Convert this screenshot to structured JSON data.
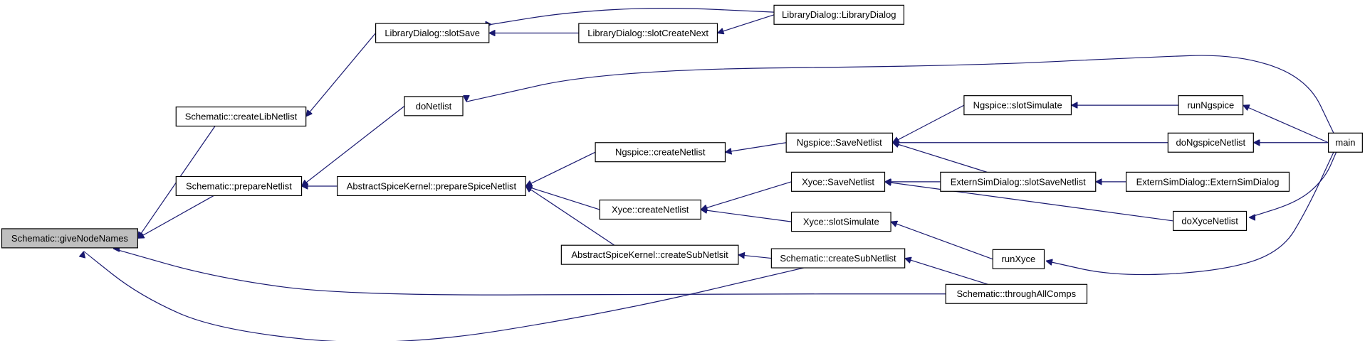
{
  "graph": {
    "nodes": [
      {
        "id": "giveNodeNames",
        "label": "Schematic::giveNodeNames",
        "focus": true
      },
      {
        "id": "createLibNetlist",
        "label": "Schematic::createLibNetlist"
      },
      {
        "id": "prepareNetlist",
        "label": "Schematic::prepareNetlist"
      },
      {
        "id": "libSlotSave",
        "label": "LibraryDialog::slotSave"
      },
      {
        "id": "doNetlist",
        "label": "doNetlist"
      },
      {
        "id": "prepareSpiceNetlist",
        "label": "AbstractSpiceKernel::prepareSpiceNetlist"
      },
      {
        "id": "libSlotCreateNext",
        "label": "LibraryDialog::slotCreateNext"
      },
      {
        "id": "ngCreateNetlist",
        "label": "Ngspice::createNetlist"
      },
      {
        "id": "xyceCreateNetlist",
        "label": "Xyce::createNetlist"
      },
      {
        "id": "createSubNetlsit",
        "label": "AbstractSpiceKernel::createSubNetlsit"
      },
      {
        "id": "libDialog",
        "label": "LibraryDialog::LibraryDialog"
      },
      {
        "id": "ngSaveNetlist",
        "label": "Ngspice::SaveNetlist"
      },
      {
        "id": "xyceSaveNetlist",
        "label": "Xyce::SaveNetlist"
      },
      {
        "id": "xyceSlotSimulate",
        "label": "Xyce::slotSimulate"
      },
      {
        "id": "createSubNetlist",
        "label": "Schematic::createSubNetlist"
      },
      {
        "id": "ngSlotSimulate",
        "label": "Ngspice::slotSimulate"
      },
      {
        "id": "extSlotSaveNetlist",
        "label": "ExternSimDialog::slotSaveNetlist"
      },
      {
        "id": "runXyce",
        "label": "runXyce"
      },
      {
        "id": "throughAllComps",
        "label": "Schematic::throughAllComps"
      },
      {
        "id": "runNgspice",
        "label": "runNgspice"
      },
      {
        "id": "doNgspiceNetlist",
        "label": "doNgspiceNetlist"
      },
      {
        "id": "externSimDialog",
        "label": "ExternSimDialog::ExternSimDialog"
      },
      {
        "id": "doXyceNetlist",
        "label": "doXyceNetlist"
      },
      {
        "id": "main",
        "label": "main"
      }
    ],
    "edges": [
      {
        "from": "createLibNetlist",
        "to": "giveNodeNames"
      },
      {
        "from": "prepareNetlist",
        "to": "giveNodeNames"
      },
      {
        "from": "throughAllComps",
        "to": "giveNodeNames"
      },
      {
        "from": "createSubNetlist",
        "to": "giveNodeNames"
      },
      {
        "from": "libSlotSave",
        "to": "createLibNetlist"
      },
      {
        "from": "doNetlist",
        "to": "prepareNetlist"
      },
      {
        "from": "prepareSpiceNetlist",
        "to": "prepareNetlist"
      },
      {
        "from": "libSlotCreateNext",
        "to": "libSlotSave"
      },
      {
        "from": "libDialog",
        "to": "libSlotSave"
      },
      {
        "from": "libDialog",
        "to": "libSlotCreateNext"
      },
      {
        "from": "main",
        "to": "doNetlist"
      },
      {
        "from": "ngCreateNetlist",
        "to": "prepareSpiceNetlist"
      },
      {
        "from": "xyceCreateNetlist",
        "to": "prepareSpiceNetlist"
      },
      {
        "from": "createSubNetlsit",
        "to": "prepareSpiceNetlist"
      },
      {
        "from": "ngSaveNetlist",
        "to": "ngCreateNetlist"
      },
      {
        "from": "xyceSaveNetlist",
        "to": "xyceCreateNetlist"
      },
      {
        "from": "xyceSlotSimulate",
        "to": "xyceCreateNetlist"
      },
      {
        "from": "createSubNetlist",
        "to": "createSubNetlsit"
      },
      {
        "from": "ngSlotSimulate",
        "to": "ngSaveNetlist"
      },
      {
        "from": "doNgspiceNetlist",
        "to": "ngSaveNetlist"
      },
      {
        "from": "extSlotSaveNetlist",
        "to": "ngSaveNetlist"
      },
      {
        "from": "extSlotSaveNetlist",
        "to": "xyceSaveNetlist"
      },
      {
        "from": "doXyceNetlist",
        "to": "xyceSaveNetlist"
      },
      {
        "from": "runXyce",
        "to": "xyceSlotSimulate"
      },
      {
        "from": "throughAllComps",
        "to": "createSubNetlist"
      },
      {
        "from": "runNgspice",
        "to": "ngSlotSimulate"
      },
      {
        "from": "externSimDialog",
        "to": "extSlotSaveNetlist"
      },
      {
        "from": "main",
        "to": "runXyce"
      },
      {
        "from": "main",
        "to": "runNgspice"
      },
      {
        "from": "main",
        "to": "doNgspiceNetlist"
      },
      {
        "from": "main",
        "to": "doXyceNetlist"
      }
    ]
  }
}
